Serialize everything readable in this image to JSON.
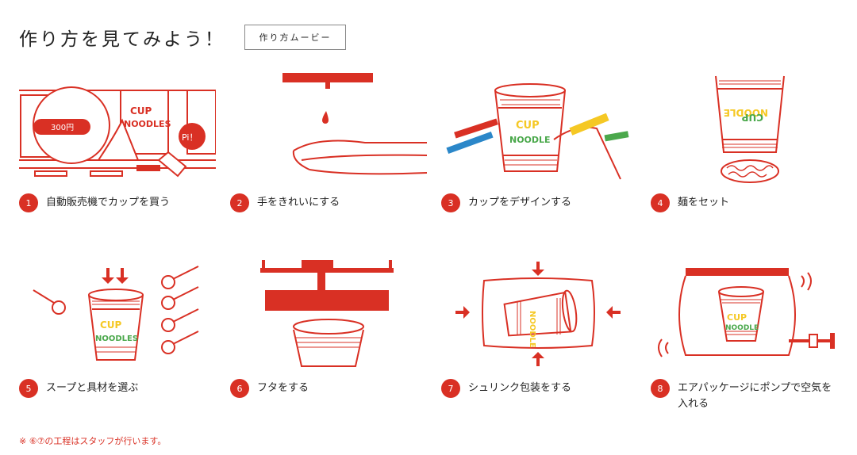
{
  "header": {
    "title": "作り方を見てみよう！",
    "movie_button": "作り方ムービー"
  },
  "steps": [
    {
      "num": "1",
      "label": "自動販売機でカップを買う",
      "price": "300円",
      "pi": "Pi！"
    },
    {
      "num": "2",
      "label": "手をきれいにする"
    },
    {
      "num": "3",
      "label": "カップをデザインする"
    },
    {
      "num": "4",
      "label": "麺をセット"
    },
    {
      "num": "5",
      "label": "スープと具材を選ぶ"
    },
    {
      "num": "6",
      "label": "フタをする"
    },
    {
      "num": "7",
      "label": "シュリンク包装をする"
    },
    {
      "num": "8",
      "label": "エアパッケージにポンプで空気を入れる"
    }
  ],
  "note": "※ ⑥⑦の工程はスタッフが行います。",
  "colors": {
    "accent": "#d93024"
  }
}
